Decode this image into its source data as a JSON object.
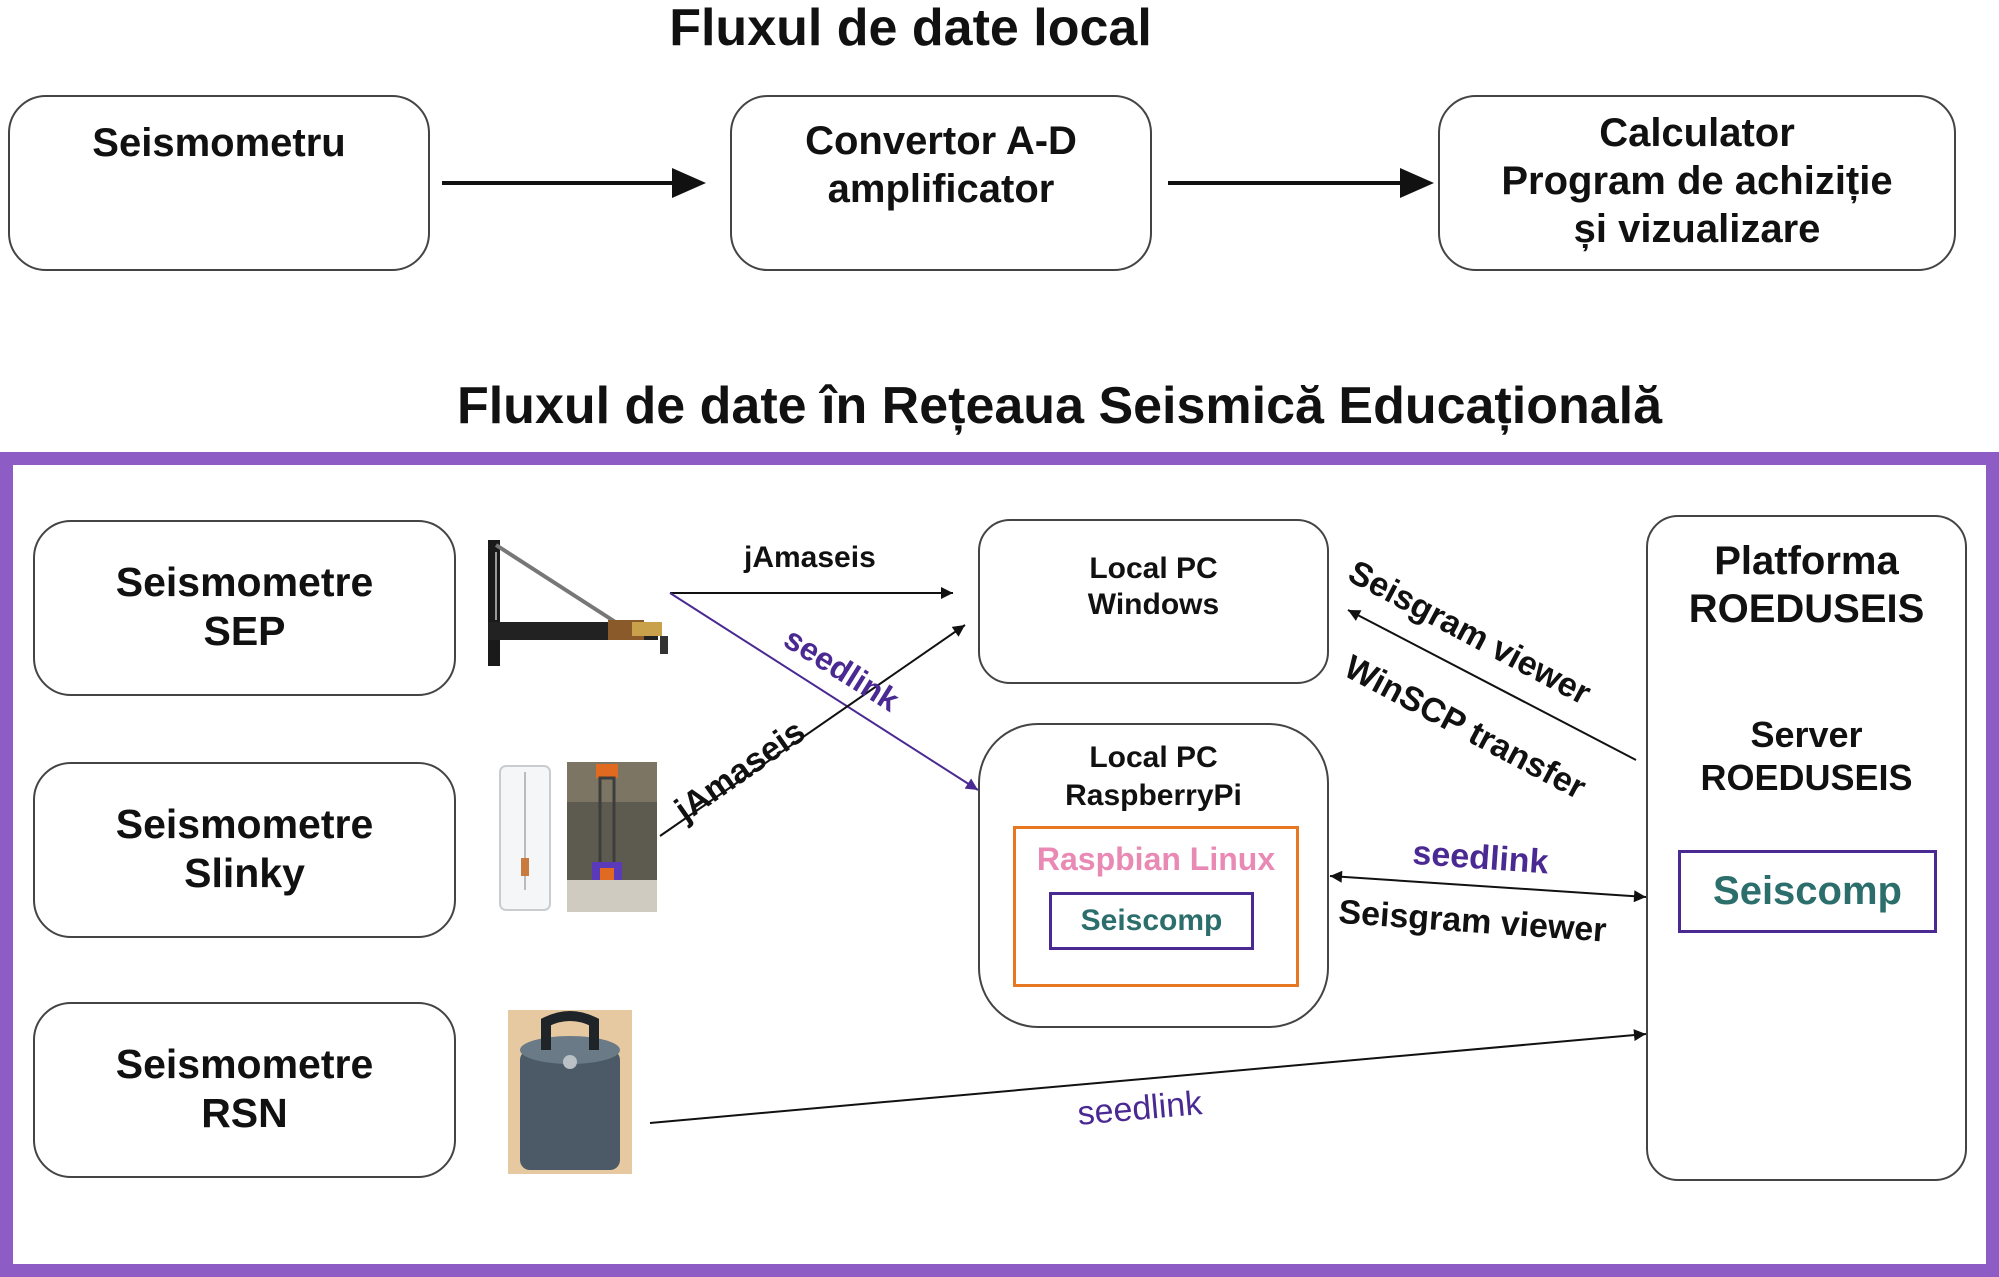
{
  "titles": {
    "local": "Fluxul de date local",
    "network": "Fluxul de date în Rețeaua Seismică Educațională"
  },
  "local_flow": {
    "seismometer": "Seismometru",
    "converter": "Convertor A-D\namplificator",
    "computer": "Calculator\nProgram de achiziție\nși vizualizare"
  },
  "network_flow": {
    "sensors": {
      "sep": "Seismometre\nSEP",
      "slinky": "Seismometre\nSlinky",
      "rsn": "Seismometre\nRSN"
    },
    "local_pc_windows": "Local PC\nWindows",
    "local_pc_raspberry": "Local PC\nRaspberryPi",
    "raspbian": "Raspbian Linux",
    "seiscomp_local": "Seiscomp",
    "platform": {
      "title": "Platforma\nROEDUSEIS",
      "server": "Server\nROEDUSEIS",
      "seiscomp": "Seiscomp"
    },
    "links": {
      "jamaseis_sep": "jAmaseis",
      "seedlink_sep": "seedlink",
      "jamaseis_slinky": "jAmaseis",
      "seisgram_windows": "Seisgram viewer",
      "winscp": "WinSCP transfer",
      "seedlink_raspberry": "seedlink",
      "seisgram_raspberry": "Seisgram viewer",
      "seedlink_rsn": "seedlink"
    }
  },
  "colors": {
    "frame": "#8e5cc5",
    "link_purple": "#4a2a92",
    "raspbian_border": "#e87722",
    "raspbian_text": "#e98ab5",
    "seiscomp_text": "#2c6e6b"
  },
  "icons": [
    "sep-seismometer-photo",
    "slinky-seismometer-photo",
    "rsn-seismometer-photo"
  ]
}
